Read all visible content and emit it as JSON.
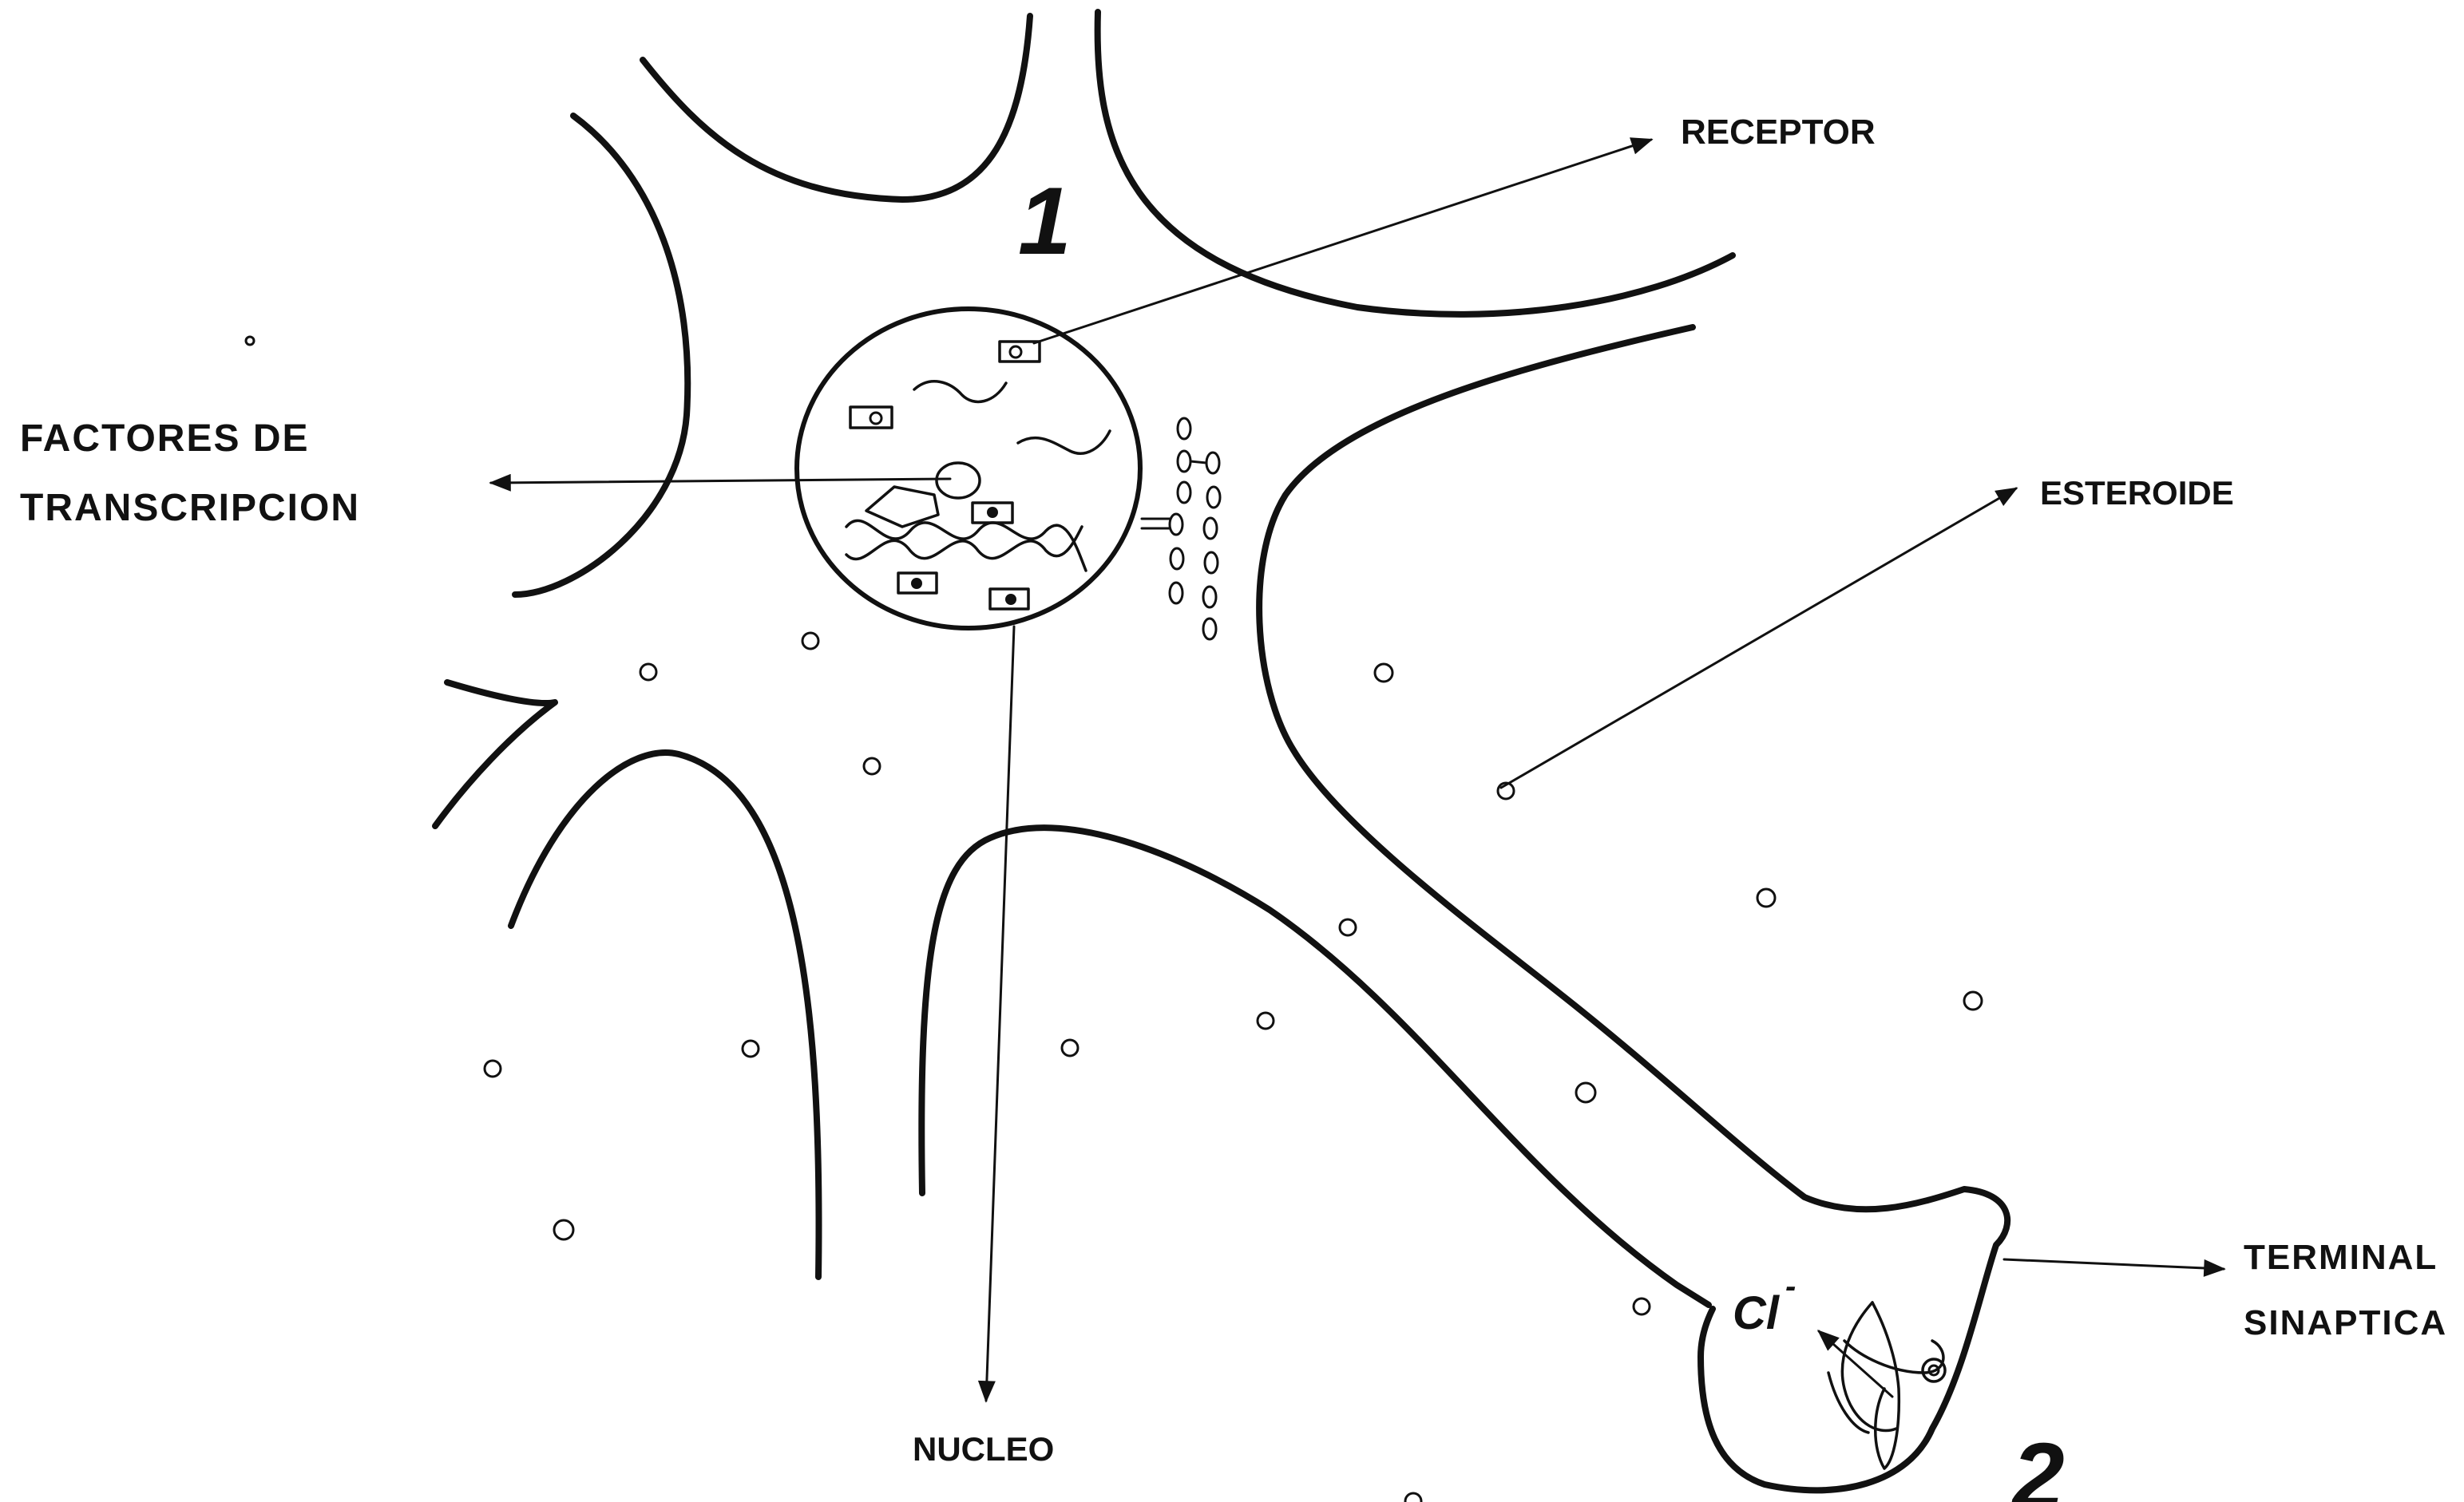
{
  "labels": {
    "receptor": "RECEPTOR",
    "factores_line1": "FACTORES DE",
    "factores_line2": "TRANSCRIPCION",
    "esteroide": "ESTEROIDE",
    "nucleo": "NUCLEO",
    "terminal_line1": "TERMINAL",
    "terminal_line2": "SINAPTICA",
    "ion": "Cl",
    "ion_charge": "-",
    "region_1": "1",
    "region_2": "2"
  }
}
